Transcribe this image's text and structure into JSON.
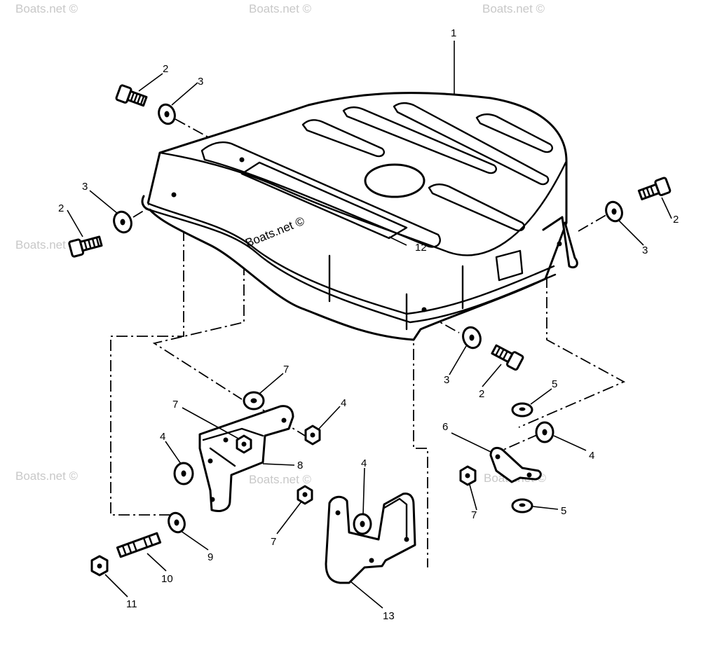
{
  "watermark": "Boats.net ©",
  "callouts": [
    "1",
    "2",
    "3",
    "2",
    "3",
    "12",
    "2",
    "3",
    "3",
    "2",
    "7",
    "7",
    "4",
    "4",
    "8",
    "4",
    "7",
    "9",
    "10",
    "11",
    "13",
    "5",
    "6",
    "4",
    "7",
    "5"
  ]
}
